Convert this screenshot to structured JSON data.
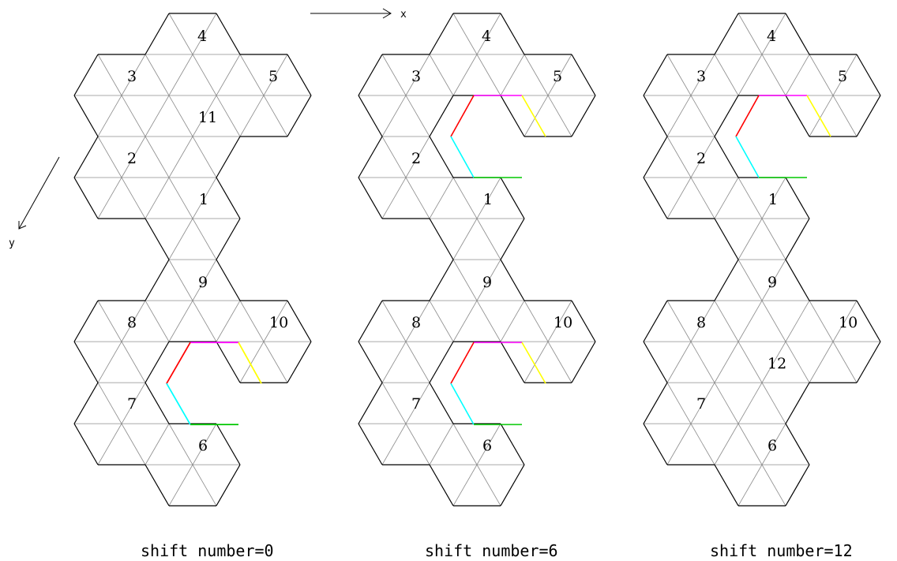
{
  "axes": {
    "x_label": "x",
    "y_label": "y"
  },
  "colors": {
    "outline": "#000000",
    "inner": "#8c8c8c",
    "magenta": "#ff00ff",
    "red": "#ff0000",
    "yellow": "#ffff00",
    "cyan": "#00ffff",
    "green": "#00c800"
  },
  "panels": [
    {
      "caption": "shift number=0",
      "labels": [
        "1",
        "2",
        "3",
        "4",
        "5",
        "6",
        "7",
        "8",
        "9",
        "10",
        "11"
      ],
      "highlight_edges": [
        "magenta",
        "red",
        "yellow",
        "cyan",
        "green"
      ]
    },
    {
      "caption": "shift number=6",
      "labels": [
        "1",
        "2",
        "3",
        "4",
        "5",
        "6",
        "7",
        "8",
        "9",
        "10"
      ],
      "highlight_edges": [
        "magenta",
        "red",
        "yellow",
        "cyan",
        "green"
      ]
    },
    {
      "caption": "shift number=12",
      "labels": [
        "1",
        "2",
        "3",
        "4",
        "5",
        "6",
        "7",
        "8",
        "9",
        "10",
        "12"
      ],
      "highlight_edges": [
        "magenta",
        "red",
        "yellow",
        "cyan",
        "green"
      ]
    }
  ]
}
